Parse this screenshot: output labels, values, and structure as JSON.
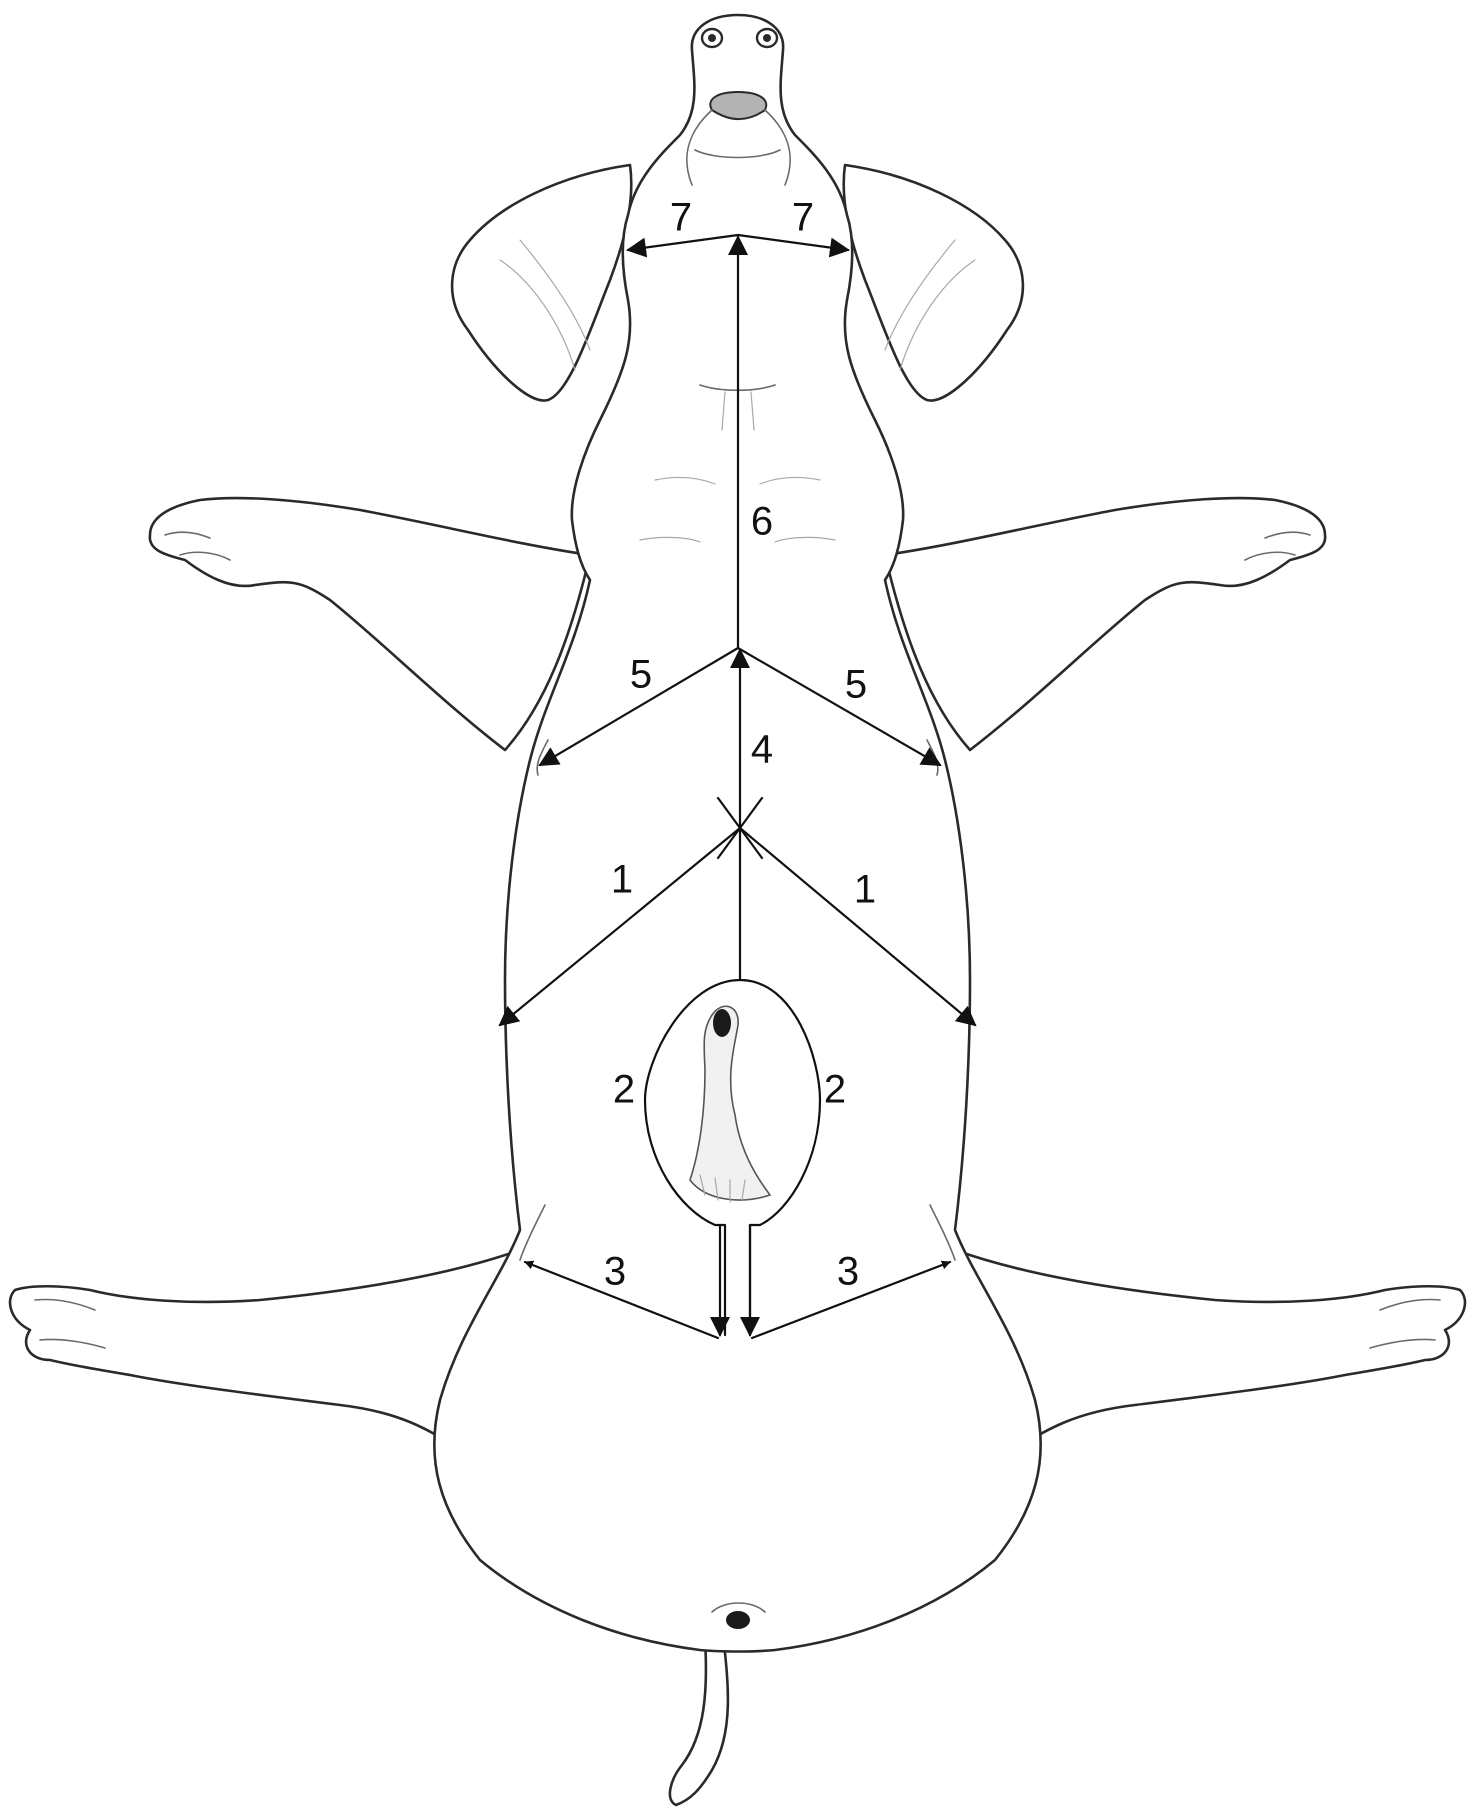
{
  "labels": {
    "l1_left": "1",
    "l1_right": "1",
    "l2_left": "2",
    "l2_right": "2",
    "l3_left": "3",
    "l3_right": "3",
    "l4": "4",
    "l5_left": "5",
    "l5_right": "5",
    "l6": "6",
    "l7_left": "7",
    "l7_right": "7"
  }
}
